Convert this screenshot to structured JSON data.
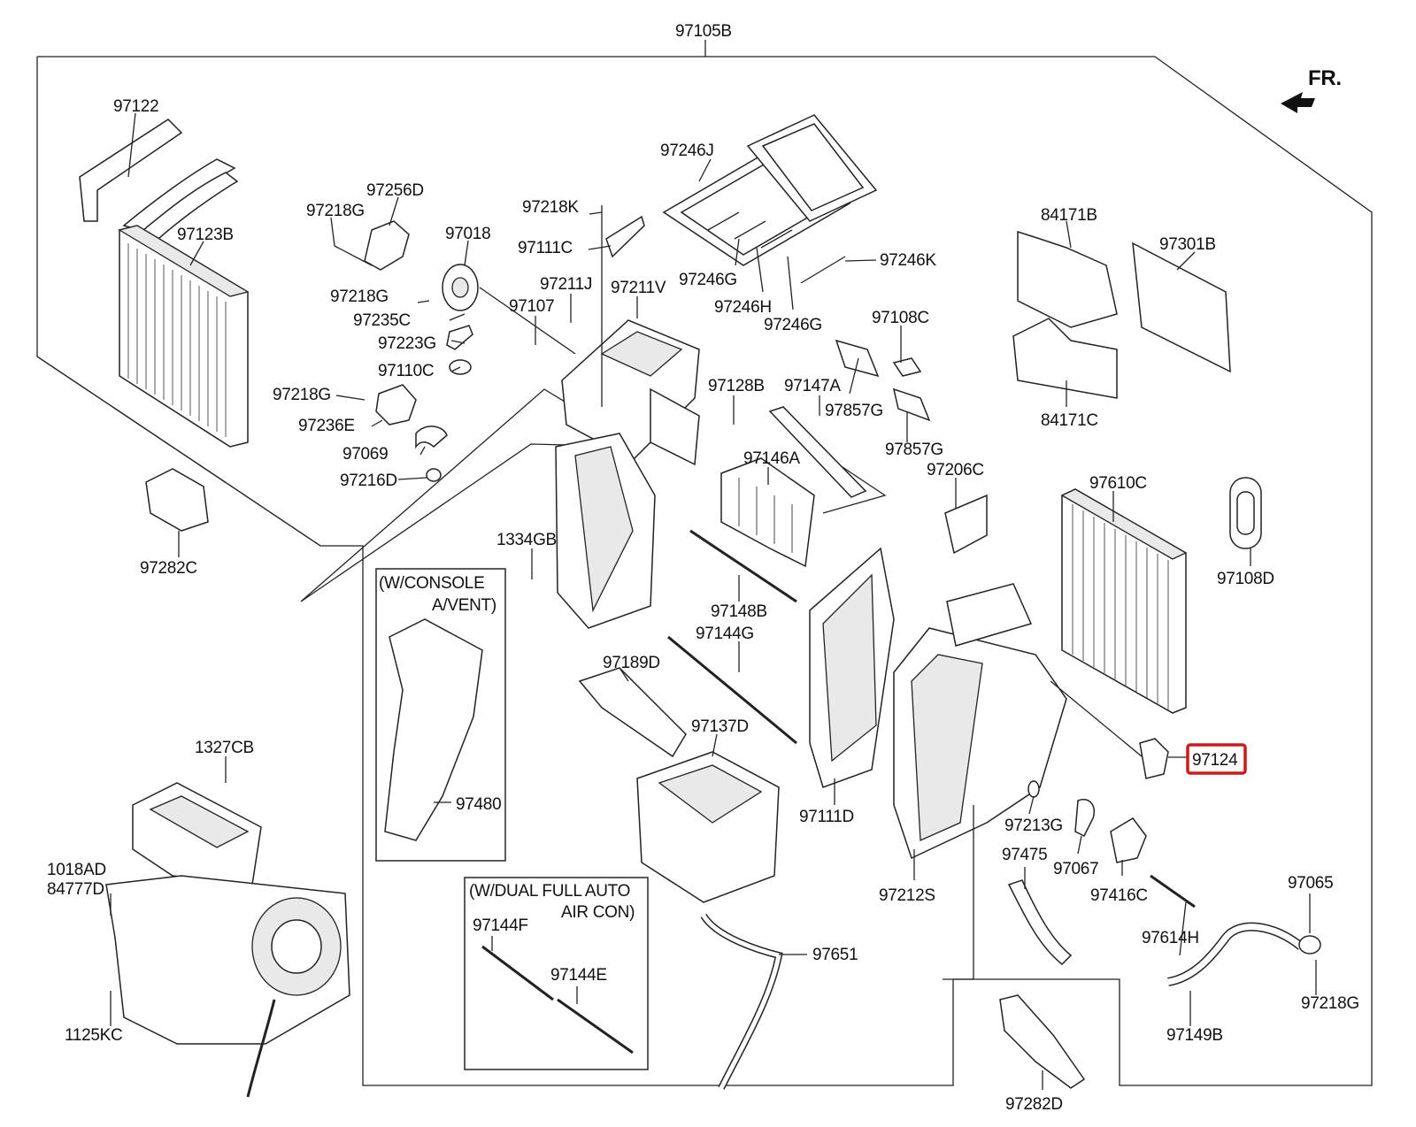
{
  "diagram": {
    "direction_label": "FR.",
    "highlight_color": "#cc1a1a",
    "insets": {
      "console": {
        "line1": "(W/CONSOLE",
        "line2": "A/VENT)"
      },
      "dual": {
        "line1": "(W/DUAL FULL AUTO",
        "line2": "AIR CON)"
      }
    },
    "labels": {
      "p97105B": "97105B",
      "p97122": "97122",
      "p97123B": "97123B",
      "p97218G_a": "97218G",
      "p97256D": "97256D",
      "p97018": "97018",
      "p97218K": "97218K",
      "p97111C": "97111C",
      "p97246J": "97246J",
      "p97246K": "97246K",
      "p97246G_a": "97246G",
      "p97246H": "97246H",
      "p97246G_b": "97246G",
      "p84171B": "84171B",
      "p97301B": "97301B",
      "p97218G_b": "97218G",
      "p97235C": "97235C",
      "p97223G": "97223G",
      "p97110C": "97110C",
      "p97218G_c": "97218G",
      "p97236E": "97236E",
      "p97069": "97069",
      "p97216D": "97216D",
      "p97107": "97107",
      "p97211J": "97211J",
      "p97211V": "97211V",
      "p97108C": "97108C",
      "p97128B": "97128B",
      "p97147A": "97147A",
      "p97857G_a": "97857G",
      "p97857G_b": "97857G",
      "p84171C": "84171C",
      "p97146A": "97146A",
      "p97206C": "97206C",
      "p97610C": "97610C",
      "p97108D": "97108D",
      "p97282C": "97282C",
      "p1334GB": "1334GB",
      "p97148B": "97148B",
      "p97144G": "97144G",
      "p97189D": "97189D",
      "p97137D": "97137D",
      "p97480": "97480",
      "p1327CB": "1327CB",
      "p97124": "97124",
      "p97111D": "97111D",
      "p97213G": "97213G",
      "p97067": "97067",
      "p97475": "97475",
      "p97212S": "97212S",
      "p97416C": "97416C",
      "p97065": "97065",
      "p1018AD": "1018AD",
      "p84777D": "84777D",
      "p97144F": "97144F",
      "p97144E": "97144E",
      "p97651": "97651",
      "p97614H": "97614H",
      "p97218G_d": "97218G",
      "p1125KC": "1125KC",
      "p97149B": "97149B",
      "p97282D": "97282D"
    }
  }
}
